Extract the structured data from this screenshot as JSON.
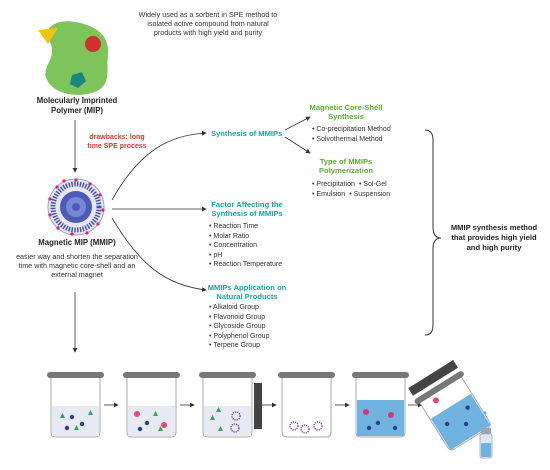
{
  "mip": {
    "title": "Molecularly Imprinted Polymer (MIP)",
    "description": "Widely used as a sorbent in SPE method to isolated active compound from natural products with high yield and purity"
  },
  "drawbacks": "drawbacks: long time SPE process",
  "mmip": {
    "title": "Magnetic MIP (MMIP)",
    "description": "easier way and shorten the separation time with magnetic core-shell and an external magnet"
  },
  "synthesis": {
    "title": "Synthesis of MMIPs"
  },
  "core_shell": {
    "title": "Magnetic Core-Shell Synthesis",
    "items": [
      "Co-precipitation Method",
      "Solvothermal Method"
    ]
  },
  "polymerization": {
    "title": "Type of MMIPs Polymerization",
    "row1": [
      "Precipitation",
      "Sol-Gel"
    ],
    "row2": [
      "Emulsion",
      "Suspension"
    ]
  },
  "factors": {
    "title": "Factor Affecting the Synthesis of MMIPs",
    "items": [
      "Reaction Time",
      "Molar Ratio",
      "Concentration",
      "pH",
      "Reaction Temperature"
    ]
  },
  "application": {
    "title": "MMIPs Application on Natural Products",
    "items": [
      "Alkaloid Group",
      "Flavonoid Group",
      "Glycoside Group",
      "Polyphenol Group",
      "Terpene Group"
    ]
  },
  "conclusion": "MMIP synthesis method that provides high yield and high purity",
  "colors": {
    "teal": "#1aa39a",
    "green": "#5aae2e",
    "red": "#d23a2b",
    "blob": "#7dc45a",
    "solution_blue": "#6fb3e0",
    "magnet": "#444444"
  }
}
